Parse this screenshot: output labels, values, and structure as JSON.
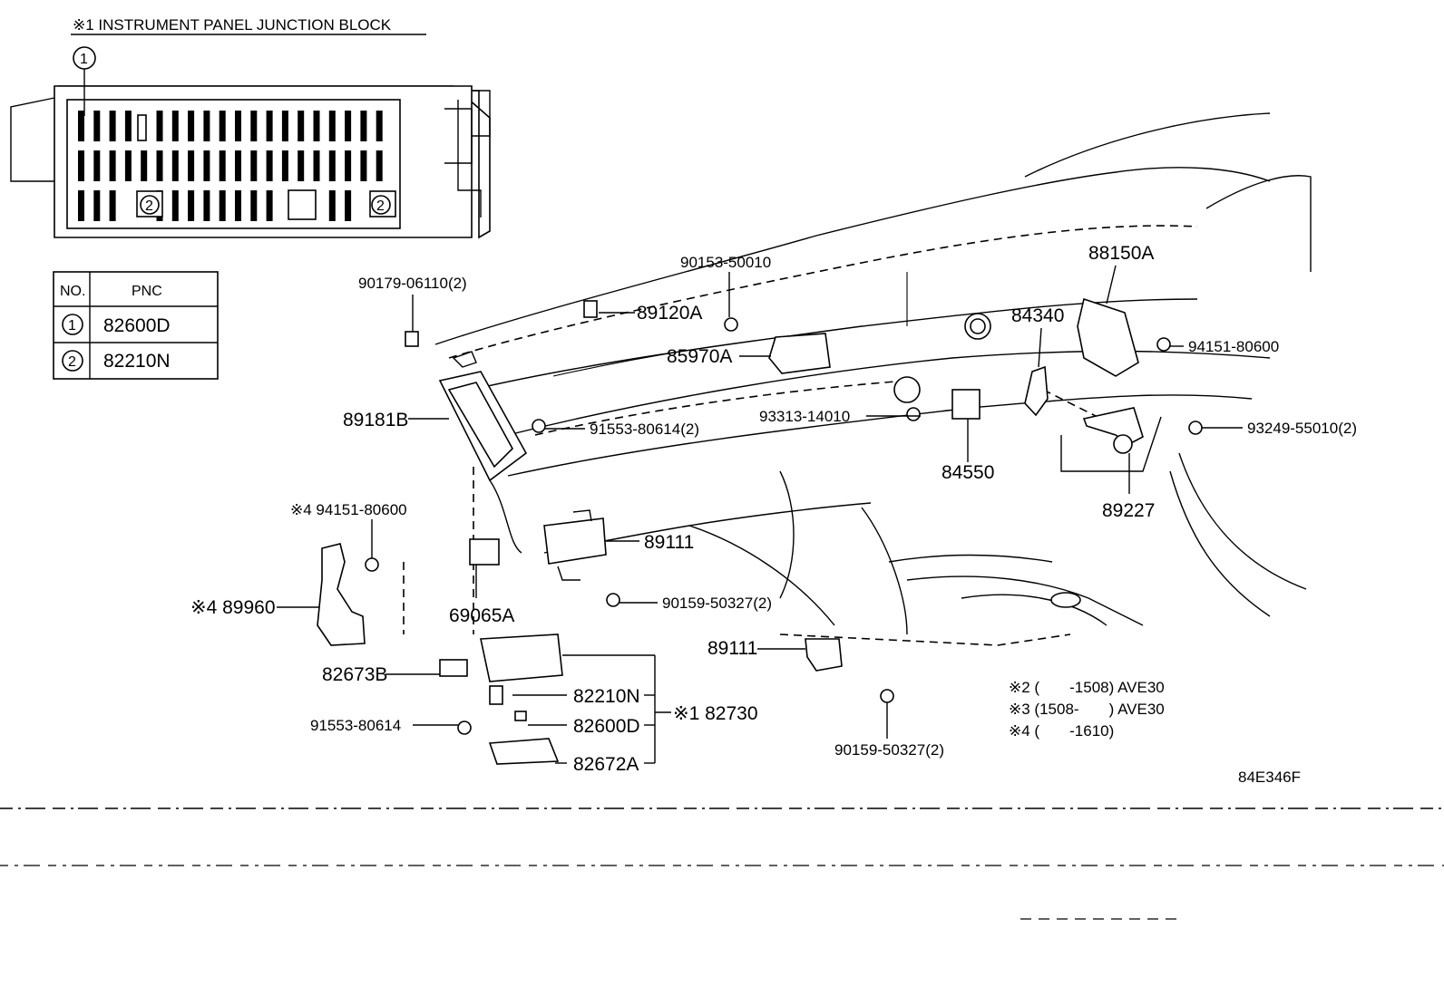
{
  "header": {
    "title": "※1 INSTRUMENT PANEL JUNCTION BLOCK"
  },
  "pnc_table": {
    "col_no": "NO.",
    "col_pnc": "PNC",
    "rows": [
      {
        "no": "1",
        "pnc": "82600D"
      },
      {
        "no": "2",
        "pnc": "82210N"
      }
    ]
  },
  "callouts": {
    "junction_slot_1": "1",
    "junction_slot_2a": "2",
    "junction_slot_2b": "2"
  },
  "parts": {
    "p90179": "90179-06110(2)",
    "p90153": "90153-50010",
    "p89120a": "89120A",
    "p85970a": "85970A",
    "p88150a": "88150A",
    "p84340": "84340",
    "p94151_right": "94151-80600",
    "p89181b": "89181B",
    "p91553_2": "91553-80614(2)",
    "p93313": "93313-14010",
    "p93249": "93249-55010(2)",
    "p84550": "84550",
    "p89227": "89227",
    "p94151_left": "※4 94151-80600",
    "p89111": "89111",
    "p89960": "※4 89960",
    "p69065a": "69065A",
    "p90159_a": "90159-50327(2)",
    "p89111_lower": "89111",
    "p82673b": "82673B",
    "p82210n": "82210N",
    "p82730": "※1 82730",
    "p82600d": "82600D",
    "p91553": "91553-80614",
    "p82672a": "82672A",
    "p90159_b": "90159-50327(2)"
  },
  "notes": [
    "※2 (       -1508) AVE30",
    "※3 (1508-       ) AVE30",
    "※4 (       -1610)"
  ],
  "diagram_code": "84E346F"
}
